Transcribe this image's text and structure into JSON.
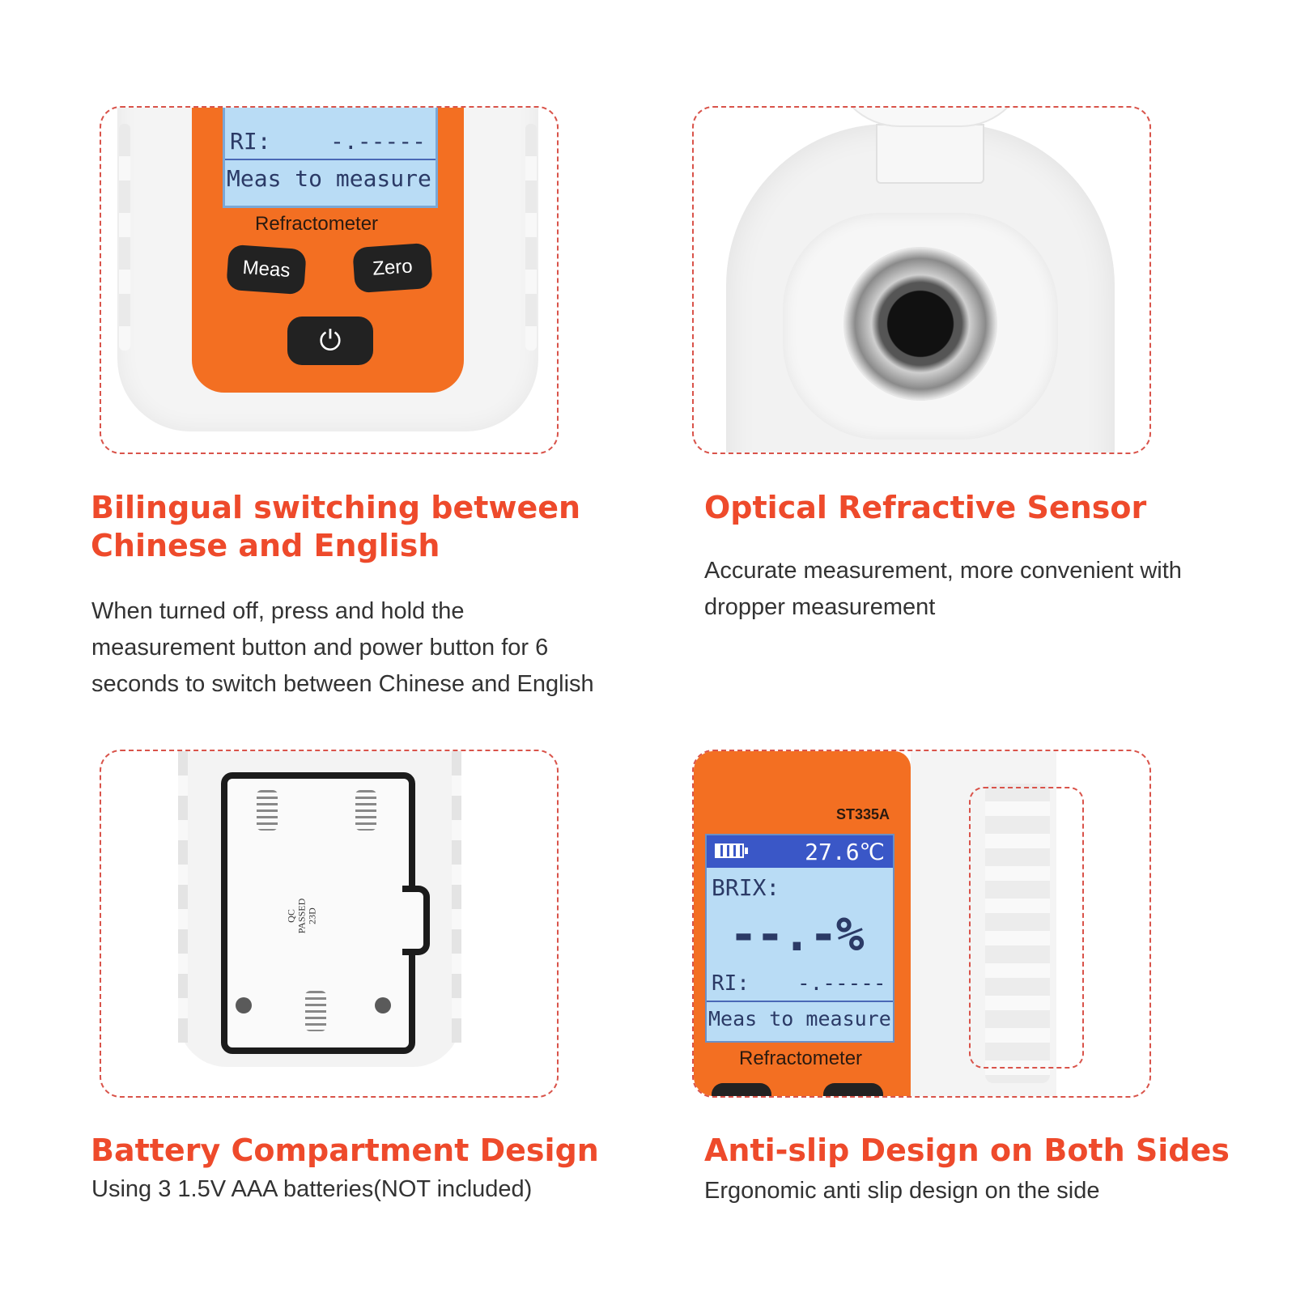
{
  "sections": [
    {
      "title_line1": "Bilingual switching between",
      "title_line2": "Chinese and English",
      "description_line1": "When turned off, press and hold the",
      "description_line2": "measurement button and power button for 6",
      "description_line3": "seconds to switch between Chinese and English"
    },
    {
      "title_line1": "Optical Refractive Sensor",
      "description_line1": "Accurate measurement, more convenient with",
      "description_line2": "dropper measurement"
    },
    {
      "title_line1": "Battery Compartment Design",
      "description_line1": "Using 3 1.5V AAA batteries(NOT included)"
    },
    {
      "title_line1": "Anti-slip Design on Both Sides",
      "description_line1": "Ergonomic anti slip design on the side"
    }
  ],
  "device": {
    "model": "ST335A",
    "temperature": "27.6℃",
    "brix_label": "BRIX:",
    "brix_value": "--.-%",
    "ri_label": "RI:",
    "ri_value": "-.-----",
    "status_text": "Meas to measure",
    "brand_label": "Refractometer",
    "meas_button": "Meas",
    "zero_button": "Zero",
    "power_symbol": "⏻",
    "qc_stamp_line1": "QC",
    "qc_stamp_line2": "PASSED",
    "qc_stamp_line3": "23D"
  },
  "colors": {
    "accent": "#ee4a2b",
    "device_orange": "#f36f22",
    "lcd_background": "#b9dcf5",
    "lcd_header": "#3a57c7",
    "dashed_border": "#d9534a"
  }
}
